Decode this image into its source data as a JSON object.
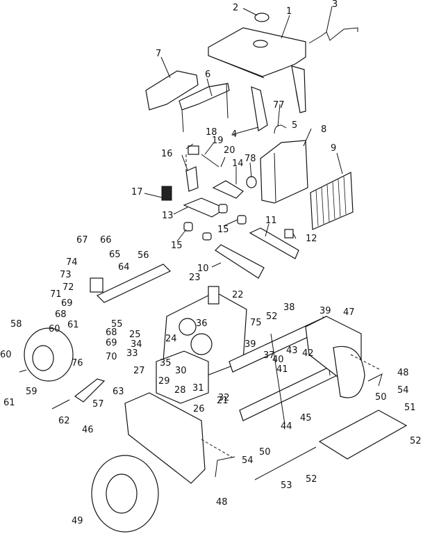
{
  "diagram": {
    "title": "Exploded parts diagram - mower chassis, engine and body assembly",
    "callouts": [
      {
        "id": "c1",
        "text": "1"
      },
      {
        "id": "c2",
        "text": "2"
      },
      {
        "id": "c3",
        "text": "3"
      },
      {
        "id": "c4",
        "text": "4"
      },
      {
        "id": "c5",
        "text": "5"
      },
      {
        "id": "c6",
        "text": "6"
      },
      {
        "id": "c7",
        "text": "7"
      },
      {
        "id": "c8",
        "text": "8"
      },
      {
        "id": "c9",
        "text": "9"
      },
      {
        "id": "c10",
        "text": "10"
      },
      {
        "id": "c11",
        "text": "11"
      },
      {
        "id": "c12",
        "text": "12"
      },
      {
        "id": "c13",
        "text": "13"
      },
      {
        "id": "c14",
        "text": "14"
      },
      {
        "id": "c15a",
        "text": "15"
      },
      {
        "id": "c15b",
        "text": "15"
      },
      {
        "id": "c16",
        "text": "16"
      },
      {
        "id": "c17",
        "text": "17"
      },
      {
        "id": "c18",
        "text": "18"
      },
      {
        "id": "c19",
        "text": "19"
      },
      {
        "id": "c20",
        "text": "20"
      },
      {
        "id": "c21",
        "text": "21"
      },
      {
        "id": "c22",
        "text": "22"
      },
      {
        "id": "c23",
        "text": "23"
      },
      {
        "id": "c24",
        "text": "24"
      },
      {
        "id": "c25",
        "text": "25"
      },
      {
        "id": "c26",
        "text": "26"
      },
      {
        "id": "c27",
        "text": "27"
      },
      {
        "id": "c28",
        "text": "28"
      },
      {
        "id": "c29",
        "text": "29"
      },
      {
        "id": "c30",
        "text": "30"
      },
      {
        "id": "c31",
        "text": "31"
      },
      {
        "id": "c32",
        "text": "32"
      },
      {
        "id": "c33",
        "text": "33"
      },
      {
        "id": "c34",
        "text": "34"
      },
      {
        "id": "c35",
        "text": "35"
      },
      {
        "id": "c36",
        "text": "36"
      },
      {
        "id": "c37",
        "text": "37"
      },
      {
        "id": "c38",
        "text": "38"
      },
      {
        "id": "c39a",
        "text": "39"
      },
      {
        "id": "c39b",
        "text": "39"
      },
      {
        "id": "c40",
        "text": "40"
      },
      {
        "id": "c41",
        "text": "41"
      },
      {
        "id": "c42",
        "text": "42"
      },
      {
        "id": "c43",
        "text": "43"
      },
      {
        "id": "c44",
        "text": "44"
      },
      {
        "id": "c45",
        "text": "45"
      },
      {
        "id": "c46",
        "text": "46"
      },
      {
        "id": "c47",
        "text": "47"
      },
      {
        "id": "c48a",
        "text": "48"
      },
      {
        "id": "c48b",
        "text": "48"
      },
      {
        "id": "c49",
        "text": "49"
      },
      {
        "id": "c50a",
        "text": "50"
      },
      {
        "id": "c50b",
        "text": "50"
      },
      {
        "id": "c51",
        "text": "51"
      },
      {
        "id": "c52a",
        "text": "52"
      },
      {
        "id": "c52b",
        "text": "52"
      },
      {
        "id": "c52c",
        "text": "52"
      },
      {
        "id": "c53",
        "text": "53"
      },
      {
        "id": "c54a",
        "text": "54"
      },
      {
        "id": "c54b",
        "text": "54"
      },
      {
        "id": "c55",
        "text": "55"
      },
      {
        "id": "c56",
        "text": "56"
      },
      {
        "id": "c57",
        "text": "57"
      },
      {
        "id": "c58",
        "text": "58"
      },
      {
        "id": "c59",
        "text": "59"
      },
      {
        "id": "c60a",
        "text": "60"
      },
      {
        "id": "c60b",
        "text": "60"
      },
      {
        "id": "c61a",
        "text": "61"
      },
      {
        "id": "c61b",
        "text": "61"
      },
      {
        "id": "c62",
        "text": "62"
      },
      {
        "id": "c63",
        "text": "63"
      },
      {
        "id": "c64",
        "text": "64"
      },
      {
        "id": "c65",
        "text": "65"
      },
      {
        "id": "c66",
        "text": "66"
      },
      {
        "id": "c67",
        "text": "67"
      },
      {
        "id": "c68a",
        "text": "68"
      },
      {
        "id": "c68b",
        "text": "68"
      },
      {
        "id": "c69a",
        "text": "69"
      },
      {
        "id": "c69b",
        "text": "69"
      },
      {
        "id": "c70",
        "text": "70"
      },
      {
        "id": "c71",
        "text": "71"
      },
      {
        "id": "c72",
        "text": "72"
      },
      {
        "id": "c73",
        "text": "73"
      },
      {
        "id": "c74",
        "text": "74"
      },
      {
        "id": "c75",
        "text": "75"
      },
      {
        "id": "c76",
        "text": "76"
      },
      {
        "id": "c77",
        "text": "77"
      },
      {
        "id": "c78",
        "text": "78"
      }
    ]
  }
}
